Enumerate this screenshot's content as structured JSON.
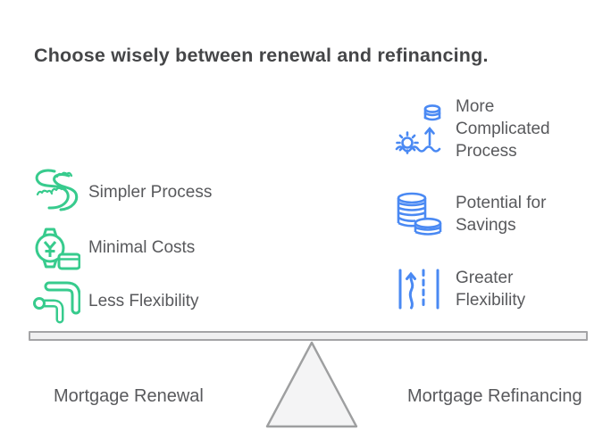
{
  "title": "Choose wisely between renewal and refinancing.",
  "balance": {
    "left_label": "Mortgage Renewal",
    "right_label": "Mortgage Refinancing"
  },
  "left_items": [
    {
      "label": "Simpler Process",
      "icon": "winding-river-icon"
    },
    {
      "label": "Minimal Costs",
      "icon": "watch-and-money-icon"
    },
    {
      "label": "Less Flexibility",
      "icon": "bent-pipes-icon"
    }
  ],
  "right_items": [
    {
      "label": "More Complicated Process",
      "icon": "gear-waves-coins-icon"
    },
    {
      "label": "Potential for Savings",
      "icon": "coin-stacks-icon"
    },
    {
      "label": "Greater Flexibility",
      "icon": "lane-change-arrow-icon"
    }
  ],
  "colors": {
    "renewal_green": "#37cb8d",
    "refinancing_blue": "#4a89f3",
    "text_gray": "#58595c",
    "title_gray": "#454648",
    "beam_fill": "#f0f0f1",
    "beam_border": "#a4a4a6",
    "triangle_fill": "#f4f4f5",
    "triangle_border": "#9e9fa0"
  }
}
